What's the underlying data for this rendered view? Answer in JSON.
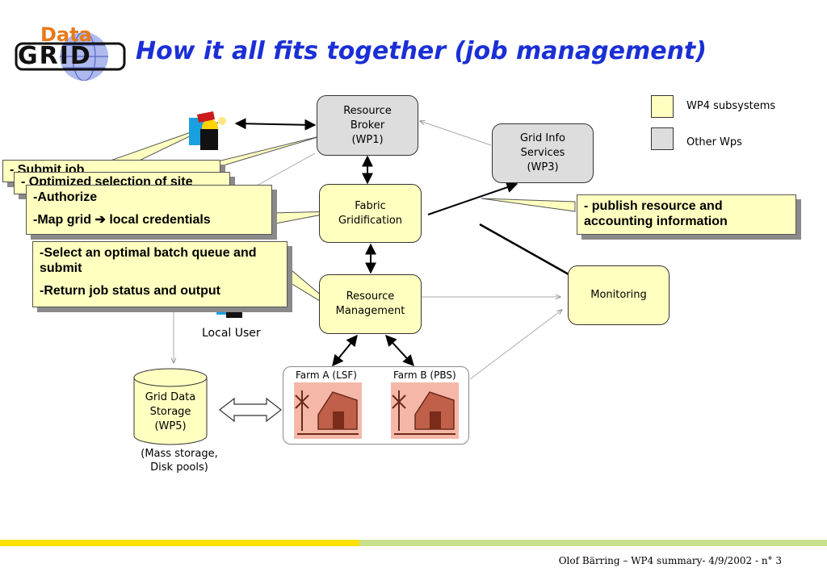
{
  "slide": {
    "title": "How it all fits together (job management)",
    "logo": {
      "top_text": "Data",
      "bottom_text": "GRID",
      "icon": "datagrid-logo-icon"
    },
    "footer": "Olof Bärring – WP4 summary- 4/9/2002 - n° 3"
  },
  "legend": {
    "items": [
      {
        "label": "WP4 subsystems",
        "color": "#ffffc0"
      },
      {
        "label": "Other Wps",
        "color": "#dddddd"
      }
    ]
  },
  "nodes": {
    "resource_broker": [
      "Resource",
      "Broker",
      "(WP1)"
    ],
    "grid_info": [
      "Grid Info",
      "Services",
      "(WP3)"
    ],
    "fabric_gridification": [
      "Fabric",
      "Gridification"
    ],
    "resource_management": [
      "Resource",
      "Management"
    ],
    "monitoring": "Monitoring",
    "grid_data_storage": [
      "Grid Data",
      "Storage",
      "(WP5)"
    ],
    "storage_caption": [
      "(Mass storage,",
      "Disk pools)"
    ],
    "local_user": "Local User",
    "farm_a": "Farm A (LSF)",
    "farm_b": "Farm B (PBS)"
  },
  "callouts": {
    "submit_job": "- Submit job",
    "optimized_selection": "- Optimized selection of site",
    "authorize": [
      "-",
      "Authorize"
    ],
    "map_grid": [
      "-",
      "Map grid",
      "local credentials"
    ],
    "batch_queue": [
      "-",
      "Select an optimal batch queue and submit"
    ],
    "return_status": [
      "-",
      "Return job status and output"
    ],
    "publish": "- publish resource and accounting information"
  },
  "colors": {
    "title": "#1a2fd6",
    "wp4": "#ffffc0",
    "other": "#dddddd",
    "footer_bar_left": "#ffe000",
    "footer_bar_right": "#c8e08c"
  },
  "icons": [
    "user-icon",
    "farm-icon",
    "arrow-right-icon"
  ]
}
